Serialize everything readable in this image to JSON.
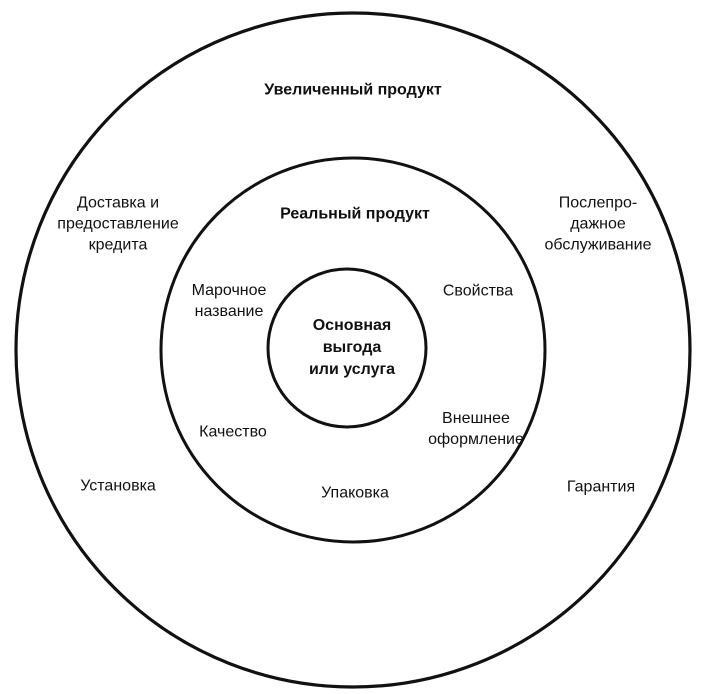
{
  "diagram": {
    "augmented": {
      "title": "Увеличенный продукт",
      "items": [
        "Доставка и\nпредоставление\nкредита",
        "Послепро-\nдажное\nобслуживание",
        "Установка",
        "Гарантия"
      ]
    },
    "actual": {
      "title": "Реальный продукт",
      "items": [
        "Марочное\nназвание",
        "Свойства",
        "Качество",
        "Внешнее\nоформление",
        "Упаковка"
      ]
    },
    "core": {
      "title": "Основная\nвыгода\nили услуга"
    }
  }
}
